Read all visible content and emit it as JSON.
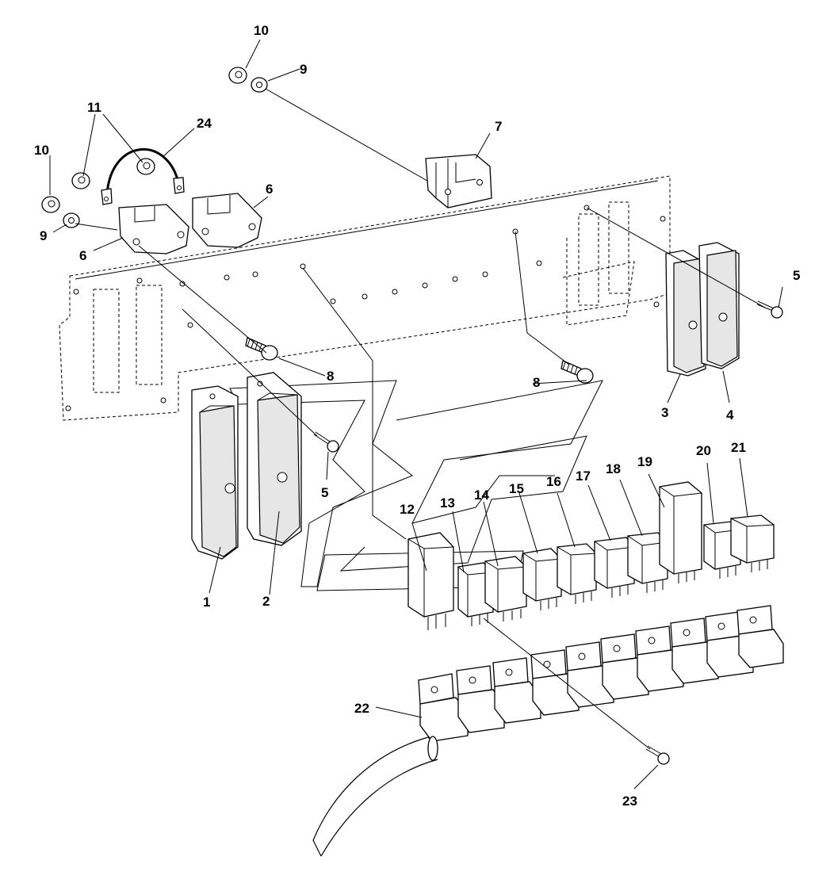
{
  "callouts": [
    {
      "id": "1",
      "text": "1"
    },
    {
      "id": "2",
      "text": "2"
    },
    {
      "id": "3",
      "text": "3"
    },
    {
      "id": "4",
      "text": "4"
    },
    {
      "id": "5a",
      "text": "5"
    },
    {
      "id": "5b",
      "text": "5"
    },
    {
      "id": "6a",
      "text": "6"
    },
    {
      "id": "6b",
      "text": "6"
    },
    {
      "id": "7",
      "text": "7"
    },
    {
      "id": "8a",
      "text": "8"
    },
    {
      "id": "8b",
      "text": "8"
    },
    {
      "id": "9a",
      "text": "9"
    },
    {
      "id": "9b",
      "text": "9"
    },
    {
      "id": "10a",
      "text": "10"
    },
    {
      "id": "10b",
      "text": "10"
    },
    {
      "id": "11",
      "text": "11"
    },
    {
      "id": "12",
      "text": "12"
    },
    {
      "id": "13",
      "text": "13"
    },
    {
      "id": "14",
      "text": "14"
    },
    {
      "id": "15",
      "text": "15"
    },
    {
      "id": "16",
      "text": "16"
    },
    {
      "id": "17",
      "text": "17"
    },
    {
      "id": "18",
      "text": "18"
    },
    {
      "id": "19",
      "text": "19"
    },
    {
      "id": "20",
      "text": "20"
    },
    {
      "id": "21",
      "text": "21"
    },
    {
      "id": "22",
      "text": "22"
    },
    {
      "id": "23",
      "text": "23"
    },
    {
      "id": "24",
      "text": "24"
    }
  ]
}
